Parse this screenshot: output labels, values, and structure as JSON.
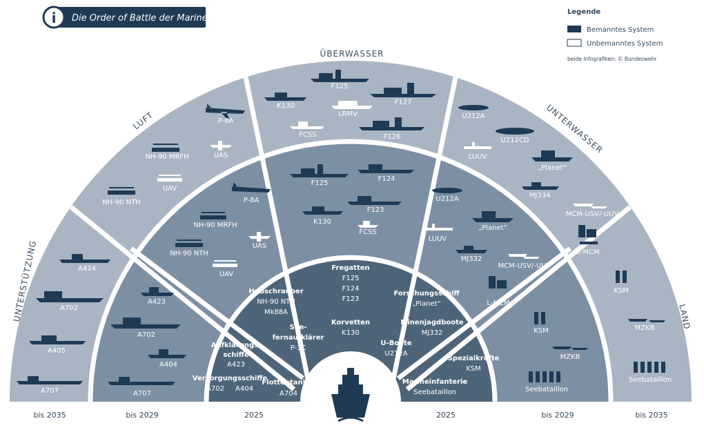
{
  "header": {
    "icon": "info-icon",
    "icon_glyph": "i",
    "title": "Die Order of Battle der Marine"
  },
  "legend": {
    "title": "Legende",
    "manned": "Bemanntes System",
    "unmanned": "Unbemanntes System",
    "credit": "beide Infografiken: © Bundeswehr",
    "manned_color": "#1f3a55",
    "unmanned_color": "#ffffff"
  },
  "sections": {
    "ueberwasser": "ÜBERWASSER",
    "luft": "LUFT",
    "unterwasser": "UNTERWASSER",
    "unterstuetzung": "UNTERSTÜTZUNG",
    "land": "LAND"
  },
  "years": {
    "left_outer": "bis 2035",
    "left_mid": "bis 2029",
    "left_inner": "2025",
    "right_inner": "2025",
    "right_mid": "bis 2029",
    "right_outer": "bis 2035"
  },
  "outer": {
    "ueberwasser": [
      "F125",
      "K130",
      "F127",
      "LRMV",
      "FCSS",
      "F126"
    ],
    "luft": [
      "P-8A",
      "NH-90 MRFH",
      "UAS",
      "UAV",
      "NH-90 NTH"
    ],
    "unterwasser": [
      "U212A",
      "U212CD",
      "LUUV",
      "„Planet“",
      "MJ334",
      "MCM-USV/-UUV",
      "L-MCM"
    ],
    "unterstuetzung": [
      "A424",
      "A702",
      "A405",
      "A707"
    ],
    "land": [
      "KSM",
      "MZKB",
      "Seebataillon"
    ]
  },
  "middle": {
    "ueberwasser": [
      "F125",
      "F124",
      "F123",
      "K130",
      "FCSS"
    ],
    "luft": [
      "P-8A",
      "NH-90 MRFH",
      "UAS",
      "NH-90 NTH",
      "UAV"
    ],
    "unterwasser": [
      "U212A",
      "„Planet“",
      "LUUV",
      "MJ332",
      "MCM-USV/-UUV",
      "L-MCM"
    ],
    "unterstuetzung": [
      "A423",
      "A702",
      "A404",
      "A707"
    ],
    "land": [
      "KSM",
      "MZKB",
      "Seebataillon"
    ]
  },
  "inner": {
    "luft": {
      "title": "Hubschrauber",
      "lines": [
        "NH-90 NTH",
        "Mk88A"
      ],
      "title2": "See-",
      "lines2": [
        "fernaufklärer",
        "P-3C"
      ]
    },
    "ueberwasser": {
      "title": "Fregatten",
      "lines": [
        "F125",
        "F124",
        "F123"
      ],
      "title2": "Korvetten",
      "lines2": [
        "K130"
      ]
    },
    "unterwasser": {
      "title": "Forschungsschiff",
      "lines": [
        "„Planet“"
      ],
      "title2": "Minenjagdboote",
      "lines2": [
        "MJ332"
      ],
      "title3": "U-Boote",
      "lines3": [
        "U212A"
      ]
    },
    "unterstuetzung": {
      "t1": "Aufklärungs-",
      "t1b": "schiffe",
      "v1": "A423",
      "t2": "Versorgungsschiffe",
      "v2a": "A702",
      "v2b": "A404",
      "t3": "Flottentanker",
      "v3": "A704"
    },
    "land": {
      "t1": "Spezialkräfte",
      "v1": "KSM",
      "t2": "Marineinfanterie",
      "v2": "Seebataillon"
    }
  },
  "colors": {
    "outer": "#a9b5c3",
    "middle": "#7d8fa3",
    "inner": "#4e6479",
    "ship": "#1f3a55",
    "separator": "#ffffff"
  }
}
